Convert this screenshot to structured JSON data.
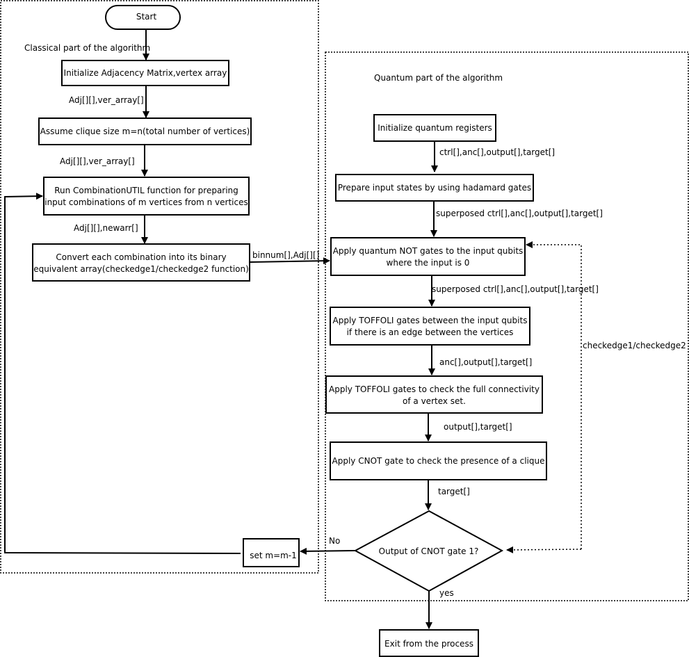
{
  "sections": {
    "classical_label": "Classical part of the algorithm",
    "quantum_label": "Quantum part of the algorithm"
  },
  "nodes": {
    "start": "Start",
    "init_adjacency": "Initialize Adjacency Matrix,vertex array",
    "assume_clique": "Assume clique size m=n(total number of vertices)",
    "run_combination": [
      "Run CombinationUTIL function for preparing",
      "input combinations of m vertices from n vertices"
    ],
    "convert_combination": [
      "Convert each combination into its binary",
      "equivalent array(checkedge1/checkedge2 function)"
    ],
    "init_quantum": "Initialize quantum registers",
    "prepare_input": "Prepare input states by using hadamard gates",
    "apply_not": [
      "Apply quantum NOT gates to the input qubits",
      "where the input is 0"
    ],
    "apply_toffoli_edges": [
      "Apply TOFFOLI gates between the input qubits",
      "if there is an edge between the vertices"
    ],
    "apply_toffoli_connectivity": [
      "Apply TOFFOLI gates to check the full connectivity",
      "of a vertex set."
    ],
    "apply_cnot": "Apply CNOT gate to check the presence of a clique",
    "decision": "Output of CNOT gate 1?",
    "set_m": "set m=m-1",
    "exit": "Exit from the process"
  },
  "edge_labels": {
    "adj_ver_1": "Adj[][],ver_array[]",
    "adj_ver_2": "Adj[][],ver_array[]",
    "adj_newarr": "Adj[][],newarr[]",
    "binnum_adj": "binnum[],Adj[][]",
    "ctrl_anc_output_target": "ctrl[],anc[],output[],target[]",
    "superposed_1": "superposed ctrl[],anc[],output[],target[]",
    "superposed_2": "superposed ctrl[],anc[],output[],target[]",
    "anc_output_target": "anc[],output[],target[]",
    "output_target": "output[],target[]",
    "target": "target[]",
    "checkedge": "checkedge1/checkedge2",
    "no": "No",
    "yes": "yes"
  }
}
